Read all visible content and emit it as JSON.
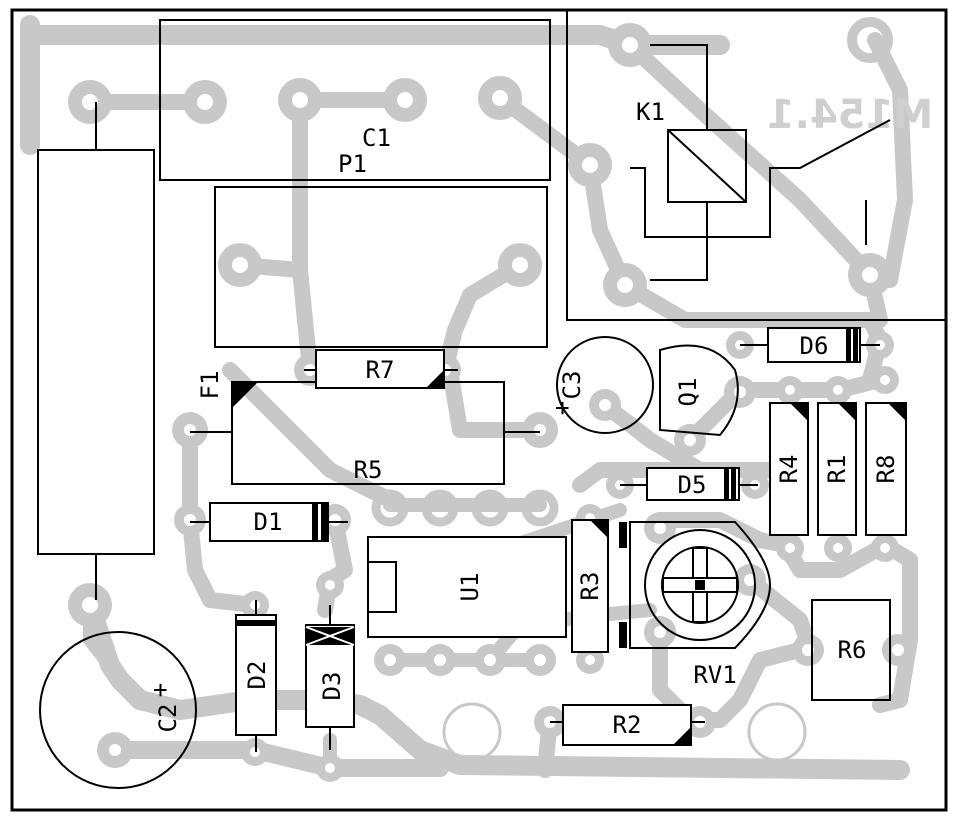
{
  "board": {
    "revision_mark": "M154.1"
  },
  "components": {
    "C1": "C1",
    "P1": "P1",
    "K1": "K1",
    "F1": "F1",
    "R7": "R7",
    "R5": "R5",
    "C3": "C3",
    "C3_pol": "+",
    "Q1": "Q1",
    "D6": "D6",
    "D5": "D5",
    "D1": "D1",
    "R4": "R4",
    "R1": "R1",
    "R8": "R8",
    "U1": "U1",
    "R3": "R3",
    "RV1": "RV1",
    "R6": "R6",
    "D2": "D2",
    "D3": "D3",
    "C2": "C2",
    "C2_pol": "+",
    "R2": "R2"
  },
  "colors": {
    "copper": "#c8c8c8",
    "silkscreen": "#000000",
    "background": "#ffffff"
  }
}
